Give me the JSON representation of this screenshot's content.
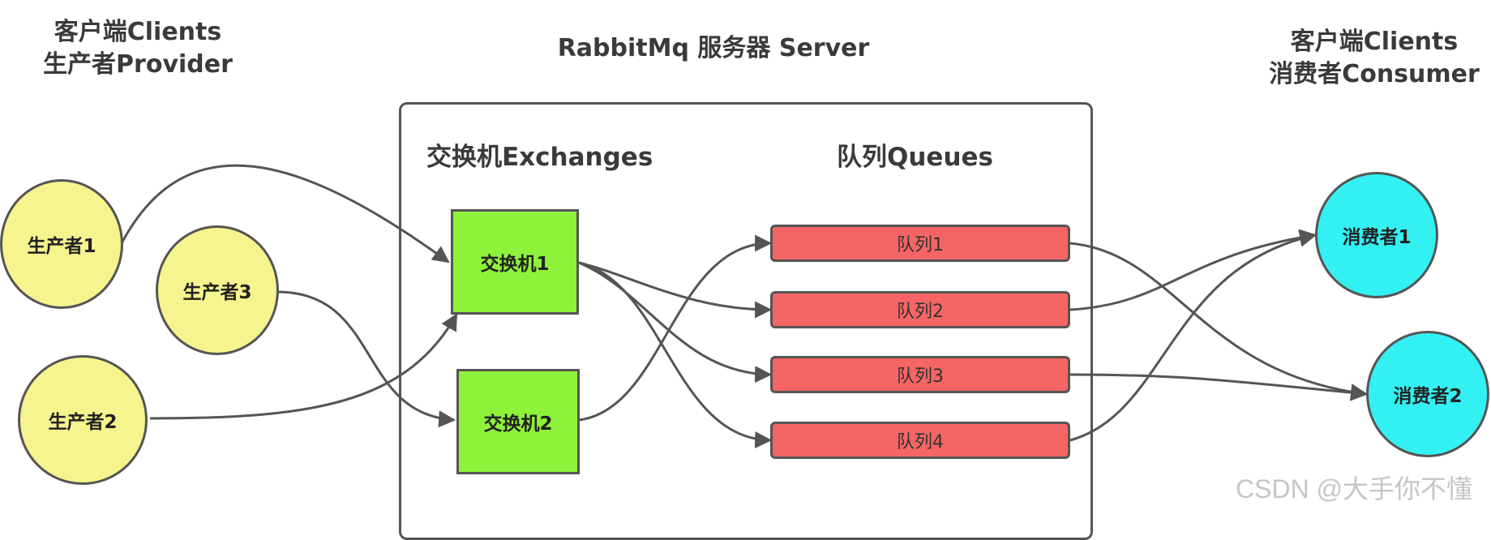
{
  "headings": {
    "left_line1": "客户端Clients",
    "left_line2": "生产者Provider",
    "center": "RabbitMq 服务器 Server",
    "right_line1": "客户端Clients",
    "right_line2": "消费者Consumer"
  },
  "server": {
    "exchanges_title": "交换机Exchanges",
    "queues_title": "队列Queues"
  },
  "producers": [
    {
      "label": "生产者1"
    },
    {
      "label": "生产者3"
    },
    {
      "label": "生产者2"
    }
  ],
  "exchanges": [
    {
      "label": "交换机1"
    },
    {
      "label": "交换机2"
    }
  ],
  "queues": [
    {
      "label": "队列1"
    },
    {
      "label": "队列2"
    },
    {
      "label": "队列3"
    },
    {
      "label": "队列4"
    }
  ],
  "consumers": [
    {
      "label": "消费者1"
    },
    {
      "label": "消费者2"
    }
  ],
  "colors": {
    "producer": "#f5f48e",
    "exchange": "#8ff23a",
    "queue": "#f56565",
    "consumer": "#33f0f2",
    "stroke": "#555555"
  },
  "watermark": "CSDN @大手你不懂"
}
